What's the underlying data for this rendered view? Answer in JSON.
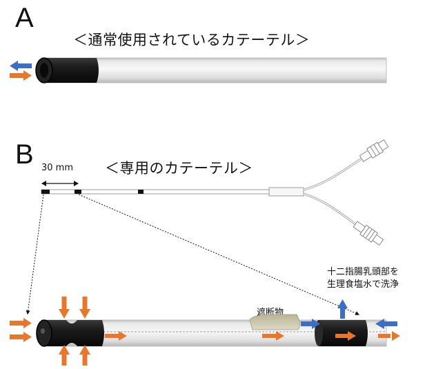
{
  "panel_a": {
    "letter": "A",
    "title": "＜通常使用されているカテーテル＞"
  },
  "panel_b": {
    "letter": "B",
    "title": "＜専用のカテーテル＞",
    "scale_label": "30 mm",
    "occluder_label": "遮断物",
    "note_line1": "十二指腸乳頭部を",
    "note_line2": "生理食塩水で洗浄"
  },
  "colors": {
    "inflow_arrow": "#e8772e",
    "outflow_arrow": "#3a6fc4",
    "balloon": "#1a1a1a",
    "tube_light": "#f4f4f4",
    "tube_shadow": "#c9c9c9",
    "occluder": "#c8c4a8"
  }
}
